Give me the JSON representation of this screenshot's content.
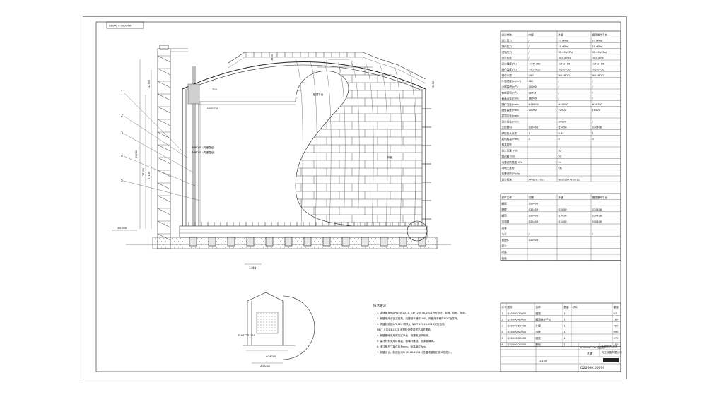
{
  "sheet": {
    "stamp_top_left": "G0000 0 00DGTH",
    "view_label": "1:40"
  },
  "main_view": {
    "callouts": [
      "1",
      "2",
      "3",
      "4",
      "5"
    ],
    "dimensions": {
      "left_total": "39080",
      "left_mid": "27250",
      "left_low": "23150",
      "left_top": "12500",
      "dome_rise": "3500",
      "shell_right": "3500",
      "deck_width": "700",
      "ground_level": "±0.000"
    },
    "annotations": {
      "elev_1": "Φ39000 (内罐直径)",
      "elev_2": "Φ38000 (内罐直径)",
      "deck_label": "LN0007.0",
      "pipe_label": "罐顶平台",
      "outer_label": "外罐"
    }
  },
  "detail_view": {
    "labels": [
      "35X6X25X5H",
      "Φ39000",
      "Φ36000"
    ]
  },
  "notes": {
    "title": "技术要求",
    "lines": [
      "1. 本储罐按照API620-2013, GB/T26978-2011进行设计、制造、检验、验收。",
      "2. 储罐采用全容式结构，内罐用于储存LNG，外罐用于储存BOG及保冷。",
      "3. 焊缝检验按API 620 附录Q, NB/T 47013-2015进行检验。",
      "   NB/T 47013-2015 无损检测要求详见相关图纸。",
      "4. 储罐基础采用架空式承台，设置电加热系统。",
      "5. 保冷材料采用珍珠岩、玻璃纤维毡、泡沫玻璃砖。",
      "6. 未注明尺寸单位均为mm，标高单位为m。",
      "7. 储罐设计、制造执行SH3528-2014《低温储罐施工技术规范》。"
    ]
  },
  "design_table": {
    "header": [
      "设计参数",
      "内罐",
      "外罐",
      "罐顶操作平台"
    ],
    "rows": [
      [
        "设计压力",
        "/",
        "25 (KPa)",
        "25 (KPa)"
      ],
      [
        "操作压力",
        "/",
        "20 (KPa)",
        "20 (KPa)"
      ],
      [
        "试验压力",
        "/",
        "31.25 (KPa)",
        "31.25 (KPa)"
      ],
      [
        "设计负压",
        "/",
        "-0.5 (KPa)",
        "-0.5 (KPa)"
      ],
      [
        "设计温度(℃)",
        "-196/+50",
        "-196/+50",
        "-196/+50"
      ],
      [
        "操作温度(℃)",
        "-165/+50",
        "-165/+50",
        "-165/+50"
      ],
      [
        "储存介质",
        "LNG",
        "NG+BOG",
        "NG+BOG"
      ],
      [
        "介质密度(kg/m³)",
        "480",
        "/",
        "/"
      ],
      [
        "公称容积(m³)",
        "20000",
        "/",
        "/"
      ],
      [
        "有效容积(m³)",
        "22461",
        "/",
        "/"
      ],
      [
        "最高液位(mm)",
        "18700",
        "/",
        "/"
      ],
      [
        "罐体内径(mm)",
        "Φ36000",
        "Φ40000",
        "Φ39700"
      ],
      [
        "罐壁高度(mm)",
        "20000",
        "22500",
        "18500"
      ],
      [
        "拱顶半径(mm)",
        "",
        "",
        ""
      ],
      [
        "设计液位(mm)",
        "",
        "34000",
        "/"
      ],
      [
        "主体材料",
        "S30408",
        "Q345R",
        "S30408"
      ],
      [
        "焊接接头系数",
        "1",
        "0.85",
        "1"
      ],
      [
        "腐蚀裕量(mm)",
        "0",
        "0",
        "0"
      ],
      [
        "基本风压",
        "",
        "",
        ""
      ],
      [
        "设计风速 m/s",
        "",
        "35",
        ""
      ],
      [
        "雪荷载 mm",
        "",
        "53",
        ""
      ],
      [
        "地震设防烈度 KPa",
        "",
        "24",
        ""
      ],
      [
        "场地土类别",
        "",
        "Ⅱ类",
        ""
      ],
      [
        "抗震设防(%)/(g)",
        "",
        "",
        ""
      ],
      [
        "设计标准",
        "API620-2013",
        "GB/T26978-2011",
        ""
      ]
    ]
  },
  "material_table": {
    "header": [
      "部件名称",
      "内罐",
      "外罐",
      "罐顶操作平台"
    ],
    "rows": [
      [
        "罐底",
        "S30408",
        "",
        ""
      ],
      [
        "罐壁",
        "S30408",
        "Q345R",
        "S30408"
      ],
      [
        "罐顶",
        "S30408",
        "Q345R",
        "S30408"
      ],
      [
        "加强圈",
        "S30408",
        "Q345R",
        "S30408"
      ],
      [
        "接管",
        "",
        "",
        ""
      ],
      [
        "法兰",
        "/",
        "",
        "/"
      ],
      [
        "紧固件",
        "S30408",
        "",
        ""
      ],
      [
        "保冷",
        "",
        "",
        ""
      ],
      [
        "防腐",
        "",
        "",
        ""
      ],
      [
        "检验",
        "",
        "",
        ""
      ]
    ]
  },
  "parts_list": {
    "rows": [
      [
        "1",
        "Q20000.70000",
        "罐顶",
        "1",
        "",
        "67"
      ],
      [
        "2",
        "Q20000.60000",
        "罐顶操作平台",
        "1",
        "",
        "180"
      ],
      [
        "3",
        "Q20000.50000",
        "外罐",
        "1",
        "",
        "720"
      ],
      [
        "4",
        "Q20000.40000",
        "内罐",
        "1",
        "",
        "690"
      ],
      [
        "5",
        "Q20000.30000",
        "罐底",
        "1",
        "",
        "270"
      ],
      [
        "6",
        "Q20000.20000",
        "基础",
        "1",
        "",
        "100"
      ]
    ]
  },
  "title_block": {
    "project": "20000m³ LNG全容罐",
    "subtitle": "总 图",
    "company_1": "中国航天工业",
    "company_2": "化工设备有限公司",
    "drawing_no": "Q20000.00000",
    "scale": "1:100"
  }
}
